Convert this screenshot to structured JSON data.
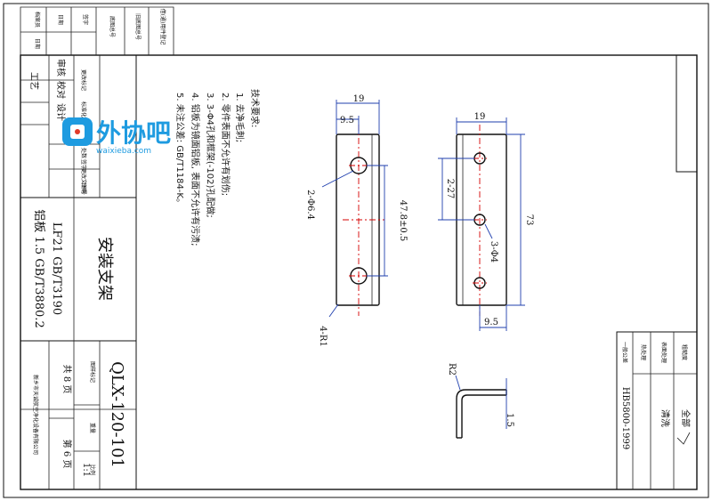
{
  "colors": {
    "line": "#111111",
    "dimension": "#1f3fae",
    "centerline": "#d40000",
    "logo": "#1e9be0"
  },
  "top_margin_block": {
    "cells": [
      "档案员",
      "日期",
      "日期",
      "签字",
      "底图总号",
      "旧底图总号",
      "借(通)用件登记"
    ]
  },
  "left_revision_block": {
    "rows": [
      [
        "工艺",
        "审核",
        "校对",
        "设计",
        "更改标记"
      ],
      [
        "标准化",
        "处数",
        "更改文件号",
        "签字",
        "日期"
      ]
    ]
  },
  "title_block": {
    "material_line_1": "铝板 1.5 GB/T3880.2",
    "material_line_2": "LF21 GB/T3190",
    "part_name": "安装支架",
    "drawing_number": "QLX-120-101",
    "mark_label": "图样标记",
    "weight_label": "重量",
    "scale_label": "比例",
    "scale_value": "1:1",
    "total_pages": "共 8 页",
    "page_number": "第 6 页",
    "company": "新乡市天诚航空净化设备有限公司"
  },
  "technical_requirements": {
    "title": "技术要求:",
    "items": [
      "1. 去净毛刺;",
      "2. 零件表面不允许有划伤;",
      "3. 3-Φ4孔和框架(-102)孔配做;",
      "4. 铝板为镜面铝板, 表面不允许有污渍;",
      "5. 未注公差: GB/T1184-K。"
    ]
  },
  "dimensions": {
    "width_view1": "19",
    "offset_view1": "9.5",
    "hole_spacing": "47.8±0.5",
    "hole_callout": "2-Φ6.4",
    "corner_radius": "4-R1",
    "width_view2": "19",
    "pitch": "2-27",
    "length": "73",
    "holes_view2": "3-Φ4",
    "offset_view2": "9.5",
    "bend_radius": "R2",
    "thickness": "1.5"
  },
  "surface_block": {
    "row1_label": "粗糙度",
    "row1_value": "全部",
    "row2_label": "表面处理",
    "row2_value": "清洗",
    "row3_label": "热处理",
    "row4_label": "一般公差",
    "row4_value": "HB5800-1999"
  },
  "watermark": {
    "brand": "外协吧",
    "url": "waixieba.com"
  }
}
